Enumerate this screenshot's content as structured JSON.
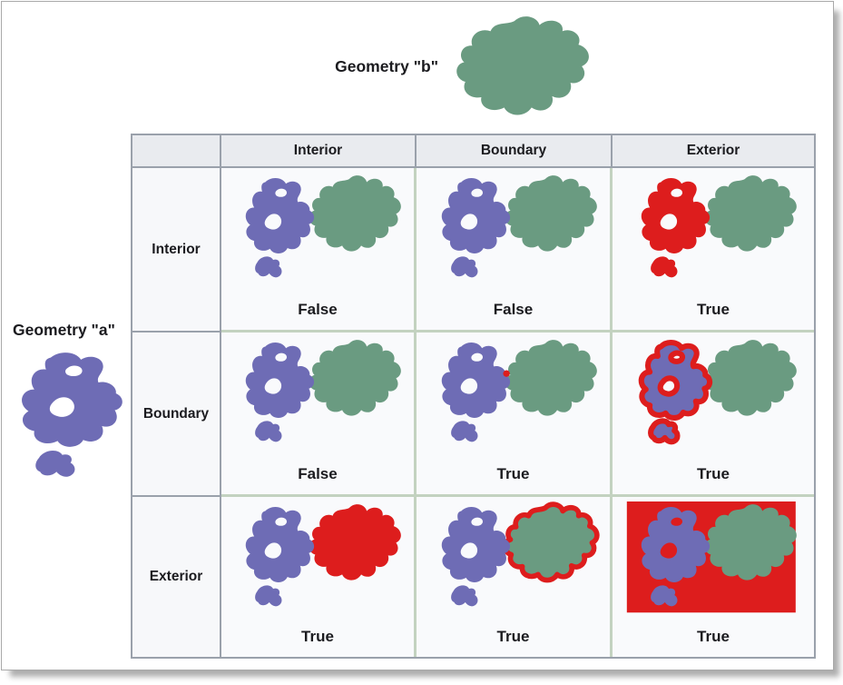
{
  "figure": {
    "geometry_a_label": "Geometry \"a\"",
    "geometry_b_label": "Geometry \"b\""
  },
  "matrix": {
    "column_headers": [
      "Interior",
      "Boundary",
      "Exterior"
    ],
    "row_headers": [
      "Interior",
      "Boundary",
      "Exterior"
    ],
    "cells": [
      [
        {
          "value": "False",
          "highlight": "none"
        },
        {
          "value": "False",
          "highlight": "none"
        },
        {
          "value": "True",
          "highlight": "a-fill"
        }
      ],
      [
        {
          "value": "False",
          "highlight": "none"
        },
        {
          "value": "True",
          "highlight": "touch-point"
        },
        {
          "value": "True",
          "highlight": "a-outline"
        }
      ],
      [
        {
          "value": "True",
          "highlight": "b-fill"
        },
        {
          "value": "True",
          "highlight": "b-outline"
        },
        {
          "value": "True",
          "highlight": "background-fill"
        }
      ]
    ]
  },
  "colors": {
    "geometry_a_purple": "#6e6cb5",
    "geometry_b_green": "#6a9b81",
    "highlight_red": "#dd1d1d",
    "header_background": "#e9ebef",
    "row_header_background": "#f7f8fa",
    "cell_background": "#f9fafc",
    "grid_gray": "#9aa1ab",
    "grid_green": "#c3d2c0"
  }
}
